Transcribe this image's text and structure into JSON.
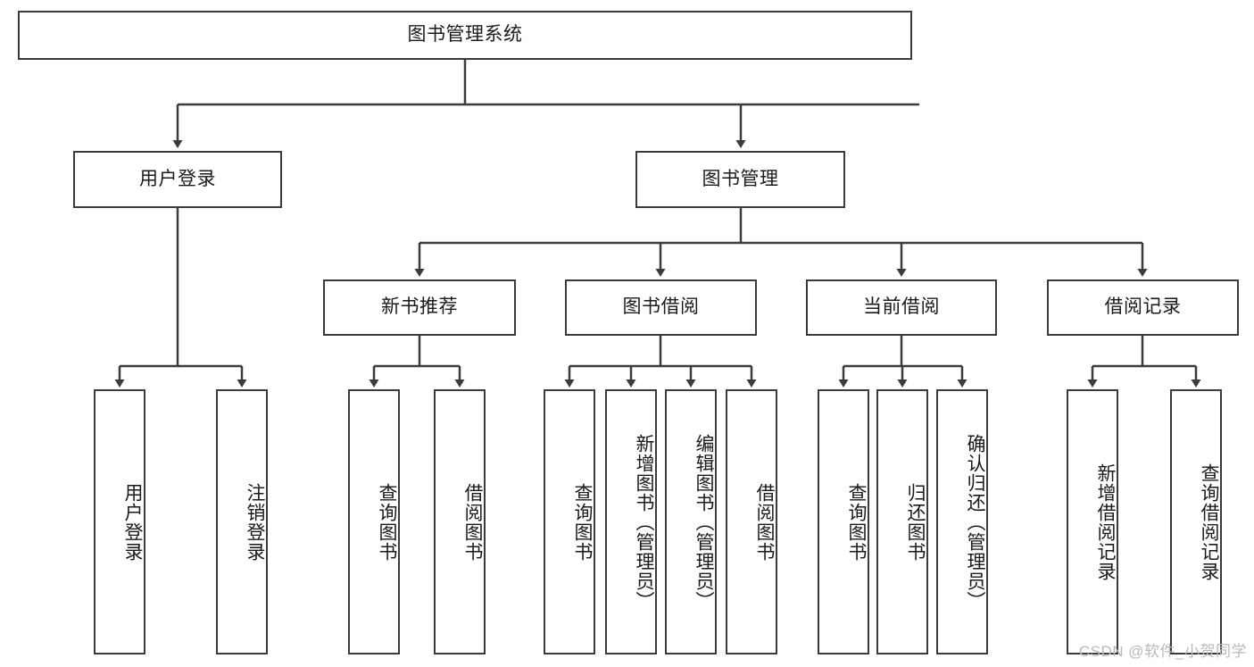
{
  "diagram": {
    "title": "图书管理系统",
    "type": "tree-hierarchy-diagram",
    "watermark": "CSDN @软件_小贺同学",
    "colors": {
      "box_border": "#3b3b3b",
      "box_fill": "#ffffff",
      "edge": "#3b3b3b",
      "text": "#1a1a1a",
      "watermark": "#b9b9b9",
      "background": "#ffffff"
    },
    "nodes": {
      "root": {
        "label": "图书管理系统"
      },
      "level1": [
        {
          "id": "user-login",
          "label": "用户登录"
        },
        {
          "id": "book-manage",
          "label": "图书管理"
        }
      ],
      "level2": [
        {
          "id": "new-book-rec",
          "label": "新书推荐"
        },
        {
          "id": "book-borrow",
          "label": "图书借阅"
        },
        {
          "id": "current-borrow",
          "label": "当前借阅"
        },
        {
          "id": "borrow-record",
          "label": "借阅记录"
        }
      ],
      "leaves": {
        "user-login": [
          {
            "id": "leaf-user-login",
            "label": "用户登录"
          },
          {
            "id": "leaf-logout",
            "label": "注销登录"
          }
        ],
        "new-book-rec": [
          {
            "id": "leaf-query-book-1",
            "label": "查询图书"
          },
          {
            "id": "leaf-borrow-book-1",
            "label": "借阅图书"
          }
        ],
        "book-borrow": [
          {
            "id": "leaf-query-book-2",
            "label": "查询图书"
          },
          {
            "id": "leaf-add-book",
            "label": "新增图书（管理员）"
          },
          {
            "id": "leaf-edit-book",
            "label": "编辑图书（管理员）"
          },
          {
            "id": "leaf-borrow-book-2",
            "label": "借阅图书"
          }
        ],
        "current-borrow": [
          {
            "id": "leaf-query-book-3",
            "label": "查询图书"
          },
          {
            "id": "leaf-return-book",
            "label": "归还图书"
          },
          {
            "id": "leaf-confirm-return",
            "label": "确认归还（管理员）"
          }
        ],
        "borrow-record": [
          {
            "id": "leaf-add-record",
            "label": "新增借阅记录"
          },
          {
            "id": "leaf-query-record",
            "label": "查询借阅记录"
          }
        ]
      }
    }
  }
}
